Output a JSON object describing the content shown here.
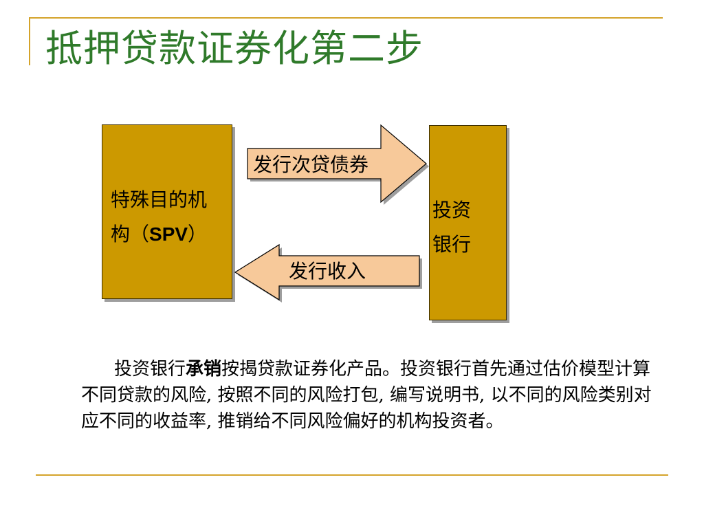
{
  "title": "抵押贷款证券化第二步",
  "diagram": {
    "spv_box": {
      "line1": "特殊目的机",
      "line2_prefix": "构（",
      "line2_bold": "SPV",
      "line2_suffix": "）"
    },
    "bank_box": {
      "line1": "投资",
      "line2": "银行"
    },
    "arrow_to_bank": "发行次贷债券",
    "arrow_to_spv": "发行收入",
    "colors": {
      "box_fill": "#cc9900",
      "arrow_fill": "#f7c99a",
      "title": "#2f7a2a",
      "rule": "#d4a32a"
    }
  },
  "paragraph": {
    "part1": "投资银行",
    "bold": "承销",
    "part2": "按揭贷款证券化产品。投资银行首先通过估价模型计算不同贷款的风险, 按照不同的风险打包, 编写说明书, 以不同的风险类别对应不同的收益率, 推销给不同风险偏好的机构投资者。"
  }
}
